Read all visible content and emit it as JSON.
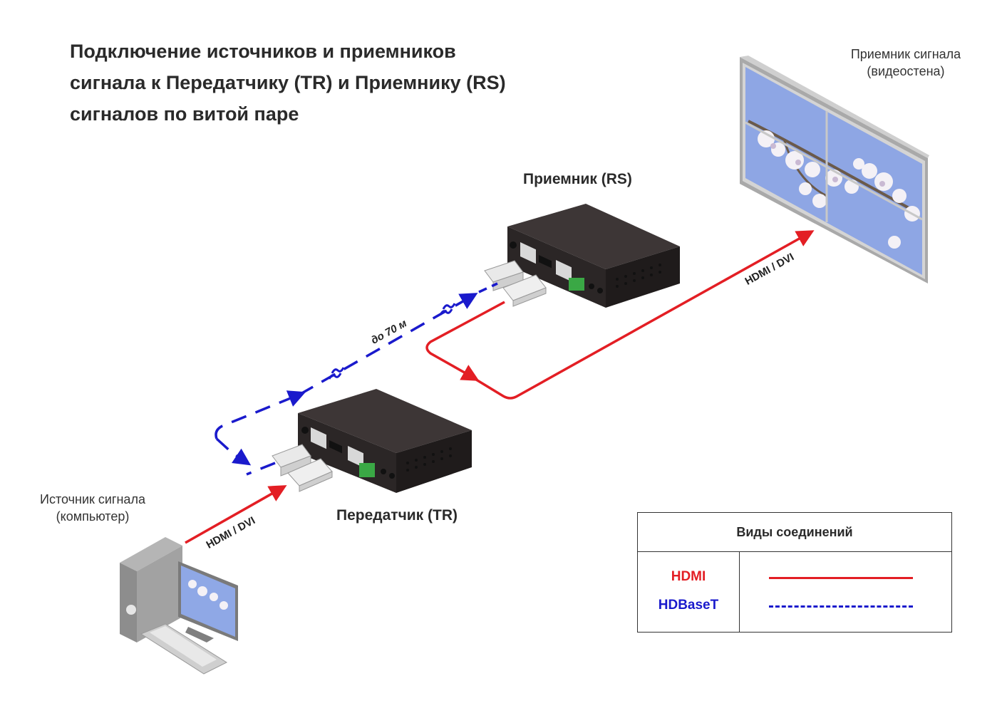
{
  "title": {
    "line1": "Подключение источников и приемников",
    "line2": "сигнала к Передатчику (TR) и Приемнику (RS)",
    "line3": "сигналов по витой паре"
  },
  "labels": {
    "receiver_wall_1": "Приемник сигнала",
    "receiver_wall_2": "(видеостена)",
    "receiver_rs": "Приемник (RS)",
    "transmitter_tr": "Передатчик (TR)",
    "source_1": "Источник сигнала",
    "source_2": "(компьютер)",
    "hdmi_dvi_top": "HDMI / DVI",
    "hdmi_dvi_bottom": "HDMI / DVI",
    "distance": "до 70 м"
  },
  "legend": {
    "title": "Виды соединений",
    "items": [
      {
        "name": "HDMI",
        "color": "#e31e24",
        "style": "solid"
      },
      {
        "name": "HDBaseT",
        "color": "#1a1acc",
        "style": "dashed"
      }
    ]
  },
  "colors": {
    "hdmi": "#e31e24",
    "hdbaset": "#1a1acc",
    "device_body": "#2b2626",
    "device_face": "#3a3333",
    "wall_frame": "#d9d9d9",
    "sky": "#8fa8e6"
  }
}
